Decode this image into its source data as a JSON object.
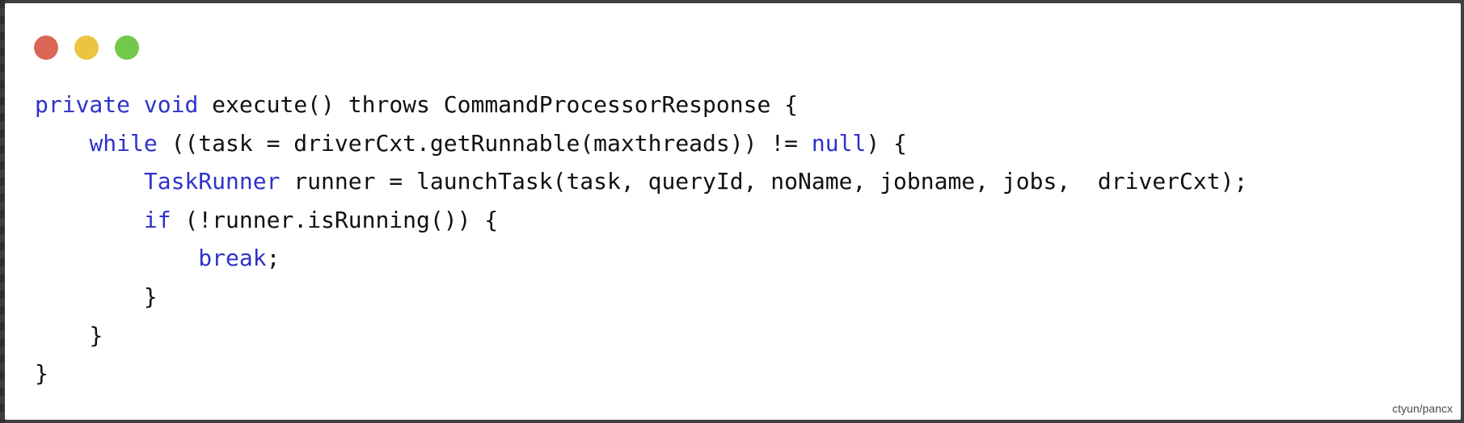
{
  "window": {
    "controls": [
      {
        "name": "close-dot-icon",
        "color": "#DA6656"
      },
      {
        "name": "minimize-dot-icon",
        "color": "#EBC442"
      },
      {
        "name": "zoom-dot-icon",
        "color": "#72C84B"
      }
    ]
  },
  "theme": {
    "keyword_color": "#2F32C8",
    "text_color": "#111111",
    "background": "#FFFFFF"
  },
  "code": {
    "lines": [
      {
        "indent": "",
        "segments": [
          {
            "text": "private",
            "type": "keyword"
          },
          {
            "text": " ",
            "type": "plain"
          },
          {
            "text": "void",
            "type": "keyword"
          },
          {
            "text": " execute() throws CommandProcessorResponse {",
            "type": "plain"
          }
        ]
      },
      {
        "indent": "    ",
        "segments": [
          {
            "text": "while",
            "type": "keyword"
          },
          {
            "text": " ((task = driverCxt.getRunnable(maxthreads)) != ",
            "type": "plain"
          },
          {
            "text": "null",
            "type": "keyword"
          },
          {
            "text": ") {",
            "type": "plain"
          }
        ]
      },
      {
        "indent": "        ",
        "segments": [
          {
            "text": "TaskRunner",
            "type": "keyword"
          },
          {
            "text": " runner = launchTask(task, queryId, noName, jobname, jobs,  driverCxt);",
            "type": "plain"
          }
        ]
      },
      {
        "indent": "        ",
        "segments": [
          {
            "text": "if",
            "type": "keyword"
          },
          {
            "text": " (!runner.isRunning()) {",
            "type": "plain"
          }
        ]
      },
      {
        "indent": "            ",
        "segments": [
          {
            "text": "break",
            "type": "keyword"
          },
          {
            "text": ";",
            "type": "plain"
          }
        ]
      },
      {
        "indent": "        ",
        "segments": [
          {
            "text": "}",
            "type": "plain"
          }
        ]
      },
      {
        "indent": "    ",
        "segments": [
          {
            "text": "}",
            "type": "plain"
          }
        ]
      },
      {
        "indent": "",
        "segments": [
          {
            "text": "}",
            "type": "plain"
          }
        ]
      }
    ]
  },
  "watermark": {
    "text": "ctyun/pancx"
  }
}
